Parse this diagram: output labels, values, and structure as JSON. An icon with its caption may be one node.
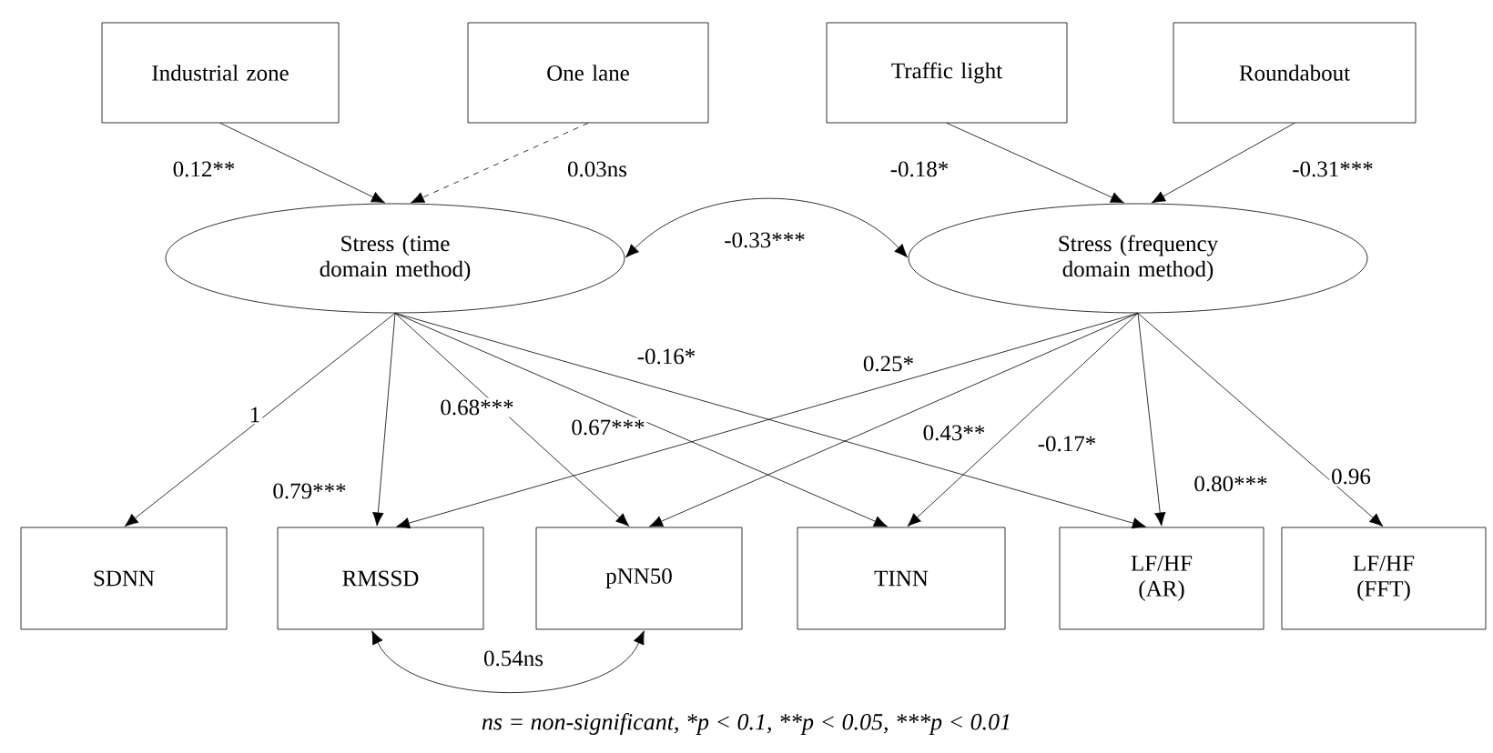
{
  "diagram": {
    "labels": [
      "ns = non-significant,",
      "*p < 0.1,",
      "**p < 0.05,",
      "***p < 0.01"
    ],
    "nodes": [
      {
        "text": [
          "Industrial zone"
        ]
      },
      {
        "text": [
          "One lane"
        ]
      },
      {
        "text": [
          "Traffic light"
        ]
      },
      {
        "text": [
          "Roundabout"
        ]
      },
      {
        "text": [
          "Stress (time domain method)"
        ]
      },
      {
        "text": [
          "Stress (frequency domain method)"
        ]
      },
      {
        "text": [
          "SDNN"
        ]
      },
      {
        "text": [
          "RMSSD"
        ]
      },
      {
        "text": [
          "pNN50"
        ]
      },
      {
        "text": [
          "TINN"
        ]
      },
      {
        "text": [
          "LF/HF (AR)"
        ]
      },
      {
        "text": [
          "LF/HF (FFT)"
        ]
      }
    ],
    "edges": [
      {
        "from": 0,
        "to": 4,
        "arrow": "to",
        "label": "0.12**"
      },
      {
        "from": 1,
        "to": 4,
        "arrow": "to",
        "label": "0.03ns",
        "style": "dashed"
      },
      {
        "from": 2,
        "to": 5,
        "arrow": "to",
        "label": "-0.18*"
      },
      {
        "from": 3,
        "to": 5,
        "arrow": "to",
        "label": "-0.31***"
      },
      {
        "from": 4,
        "to": 5,
        "arrow": "both",
        "label": "-0.33***"
      },
      {
        "from": 4,
        "to": 6,
        "arrow": "to",
        "label": "1"
      },
      {
        "from": 4,
        "to": 7,
        "arrow": "to",
        "label": "0.79***"
      },
      {
        "from": 4,
        "to": 8,
        "arrow": "to",
        "label": "0.68***"
      },
      {
        "from": 4,
        "to": 9,
        "arrow": "to",
        "label": "0.67***"
      },
      {
        "from": 4,
        "to": 10,
        "arrow": "to",
        "label": "-0.16*"
      },
      {
        "from": 5,
        "to": 7,
        "arrow": "to",
        "label": "0.25*"
      },
      {
        "from": 5,
        "to": 8,
        "arrow": "to",
        "label": "0.43**"
      },
      {
        "from": 5,
        "to": 9,
        "arrow": "to",
        "label": "-0.17*"
      },
      {
        "from": 5,
        "to": 10,
        "arrow": "to",
        "label": "0.80***"
      },
      {
        "from": 5,
        "to": 11,
        "arrow": "to",
        "label": "0.96"
      },
      {
        "from": 7,
        "to": 8,
        "arrow": "both",
        "label": "0.54ns"
      }
    ]
  }
}
